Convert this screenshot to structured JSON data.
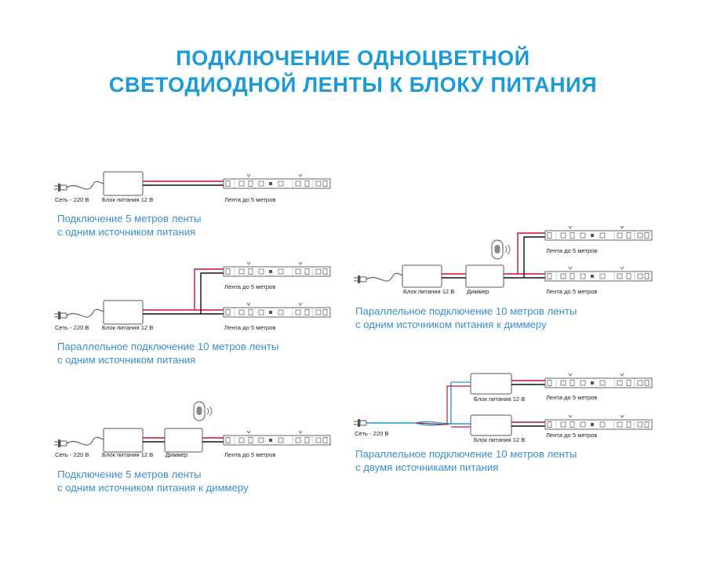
{
  "title": {
    "line1": "ПОДКЛЮЧЕНИЕ ОДНОЦВЕТНОЙ",
    "line2": "СВЕТОДИОДНОЙ ЛЕНТЫ К БЛОКУ ПИТАНИЯ"
  },
  "labels": {
    "mains": "Сеть - 220 В",
    "psu": "Блок питания 12 В",
    "strip": "Лента до 5 метров",
    "dimmer": "Диммер"
  },
  "schemes": {
    "s1": {
      "line1": "Подключение 5 метров ленты",
      "line2": "с одним источником питания"
    },
    "s2": {
      "line1": "Параллельное подключение 10 метров ленты",
      "line2": "с одним источником питания"
    },
    "s3": {
      "line1": "Подключение 5 метров ленты",
      "line2": "с одним источником питания к диммеру"
    },
    "s4": {
      "line1": "Параллельное подключение 10 метров ленты",
      "line2": "с одним источником питания к диммеру"
    },
    "s5": {
      "line1": "Параллельное подключение 10 метров ленты",
      "line2": "с двумя источниками питания"
    }
  },
  "colors": {
    "title": "#1a9ad6",
    "caption": "#3a8fcc",
    "wire_positive": "#c8102e",
    "wire_negative": "#111111",
    "mains_wire": "#1a9ad6"
  }
}
